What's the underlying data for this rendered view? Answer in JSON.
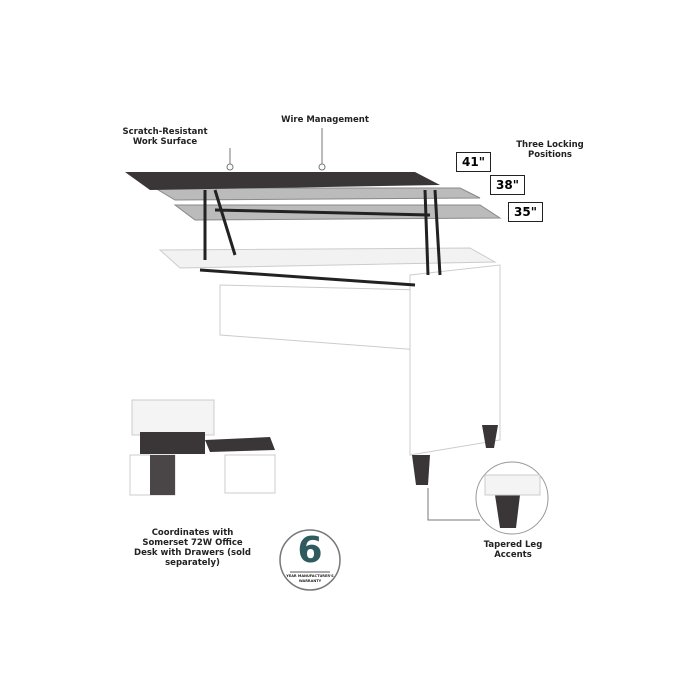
{
  "labels": {
    "scratch": "Scratch-Resistant Work Surface",
    "wire": "Wire Management",
    "positions": "Three Locking Positions",
    "coordinates": "Coordinates with Somerset 72W Office Desk with Drawers (sold separately)",
    "legs": "Tapered Leg Accents"
  },
  "heights": [
    "41\"",
    "38\"",
    "35\""
  ],
  "warranty": {
    "years": "6",
    "text": "YEAR MANUFACTURER'S WARRANTY",
    "color": "#2f5a5e"
  },
  "colors": {
    "desktop": "#3a3536",
    "body": "#ffffff",
    "outline": "#cccccc"
  }
}
